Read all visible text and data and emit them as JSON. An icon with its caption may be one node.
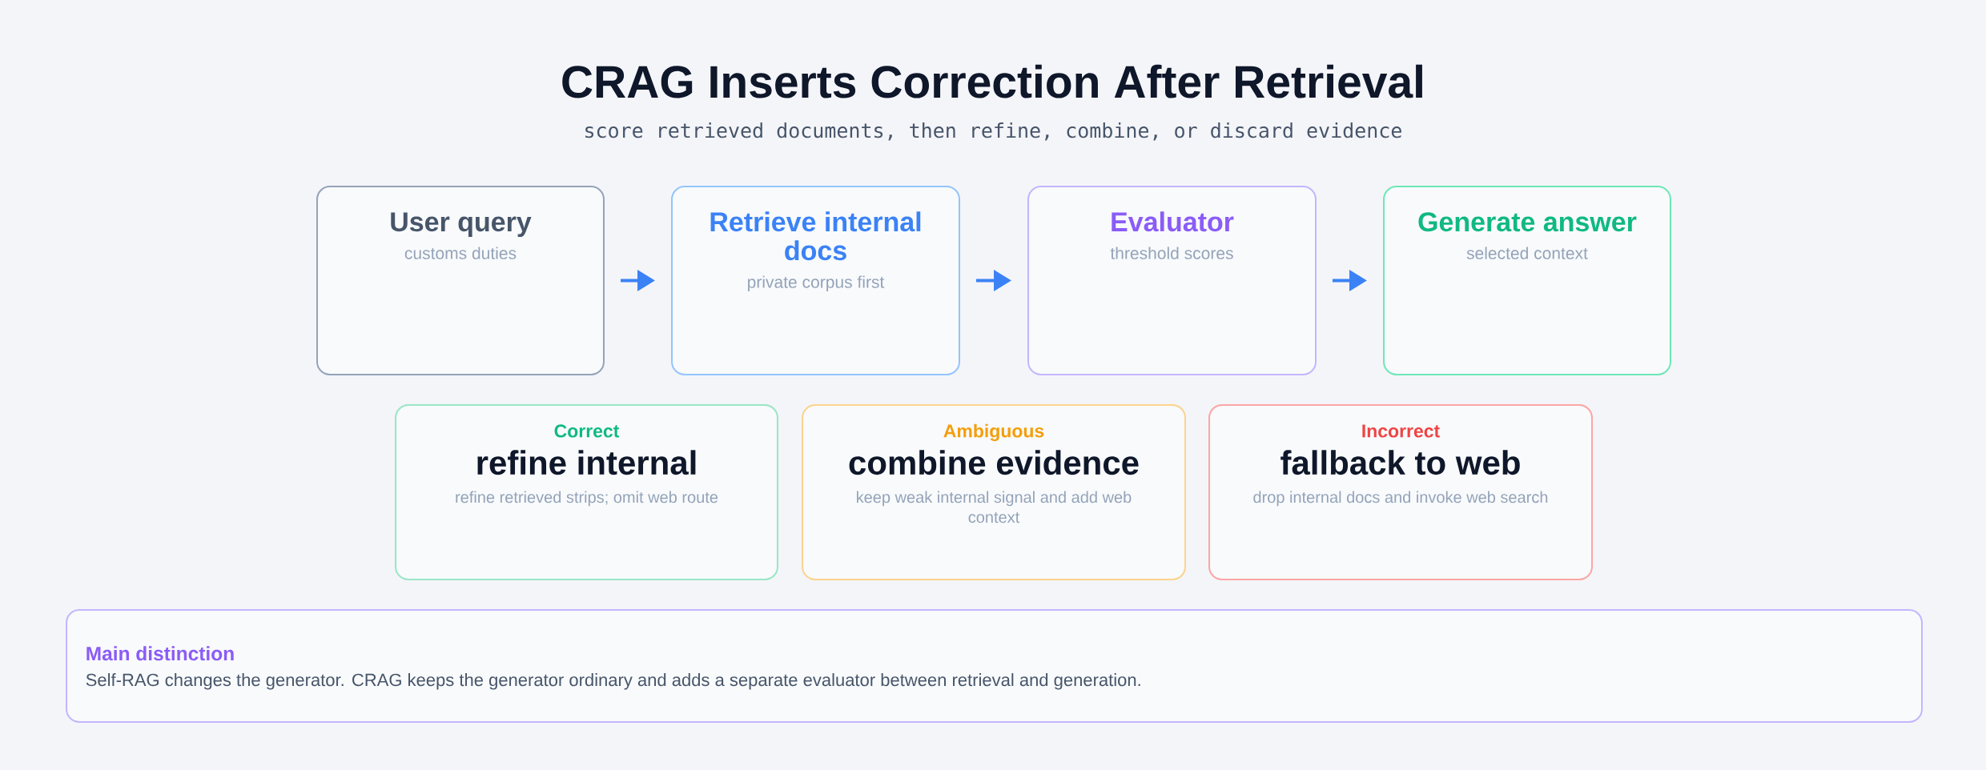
{
  "diagram": {
    "title": "CRAG Inserts Correction After Retrieval",
    "nodes": [
      {
        "text": [
          "User query",
          "customs duties"
        ]
      },
      {
        "text": [
          "Retrieve internal docs",
          "private corpus first"
        ]
      },
      {
        "text": [
          "Evaluator",
          "threshold scores"
        ]
      },
      {
        "text": [
          "Generate answer",
          "selected context"
        ]
      },
      {
        "text": [
          "Correct",
          "refine internal",
          "refine retrieved strips; omit web route"
        ]
      },
      {
        "text": [
          "Ambiguous",
          "combine evidence",
          "keep weak internal signal and add web context"
        ]
      },
      {
        "text": [
          "Incorrect",
          "fallback to web",
          "drop internal docs and invoke web search"
        ]
      },
      {
        "text": [
          "Main distinction",
          "Self-RAG changes the generator. CRAG keeps the generator ordinary and adds a separate evaluator between retrieval and generation."
        ]
      }
    ],
    "edges": [
      {
        "from": 0,
        "to": 1,
        "arrow": "to"
      },
      {
        "from": 1,
        "to": 2,
        "arrow": "to"
      },
      {
        "from": 2,
        "to": 3,
        "arrow": "to"
      }
    ],
    "labels": [
      "score retrieved documents, then refine, combine, or discard evidence"
    ]
  }
}
